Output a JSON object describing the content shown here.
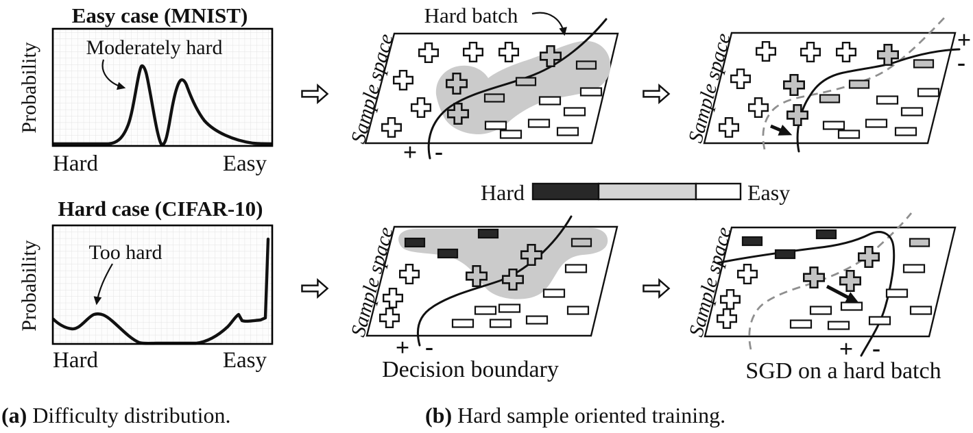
{
  "panel_a": {
    "caption_label": "(a)",
    "caption_text": "Difficulty distribution.",
    "mnist": {
      "title": "Easy case (MNIST)",
      "ylabel": "Probability",
      "annotation": "Moderately hard",
      "x_left": "Hard",
      "x_right": "Easy"
    },
    "cifar": {
      "title": "Hard case (CIFAR-10)",
      "ylabel": "Probability",
      "annotation": "Too hard",
      "x_left": "Hard",
      "x_right": "Easy"
    }
  },
  "panel_b": {
    "caption_label": "(b)",
    "caption_text": "Hard sample oriented training.",
    "sample_space_label": "Sample space",
    "hard_batch_label": "Hard batch",
    "decision_boundary_label": "Decision boundary",
    "sgd_label": "SGD on a hard batch",
    "plus_sign": "+",
    "minus_sign": "-",
    "legend": {
      "left_label": "Hard",
      "right_label": "Easy"
    }
  },
  "colors": {
    "ink": "#111111",
    "hard_fill": "#282828",
    "medium_fill": "#d5d5d5",
    "easy_fill": "#ffffff",
    "gray_sample_fill": "#c3c3c3",
    "batch_blob": "#cbcbcb",
    "old_boundary": "#8f8f8f",
    "grid_line": "#e2e2e2"
  }
}
